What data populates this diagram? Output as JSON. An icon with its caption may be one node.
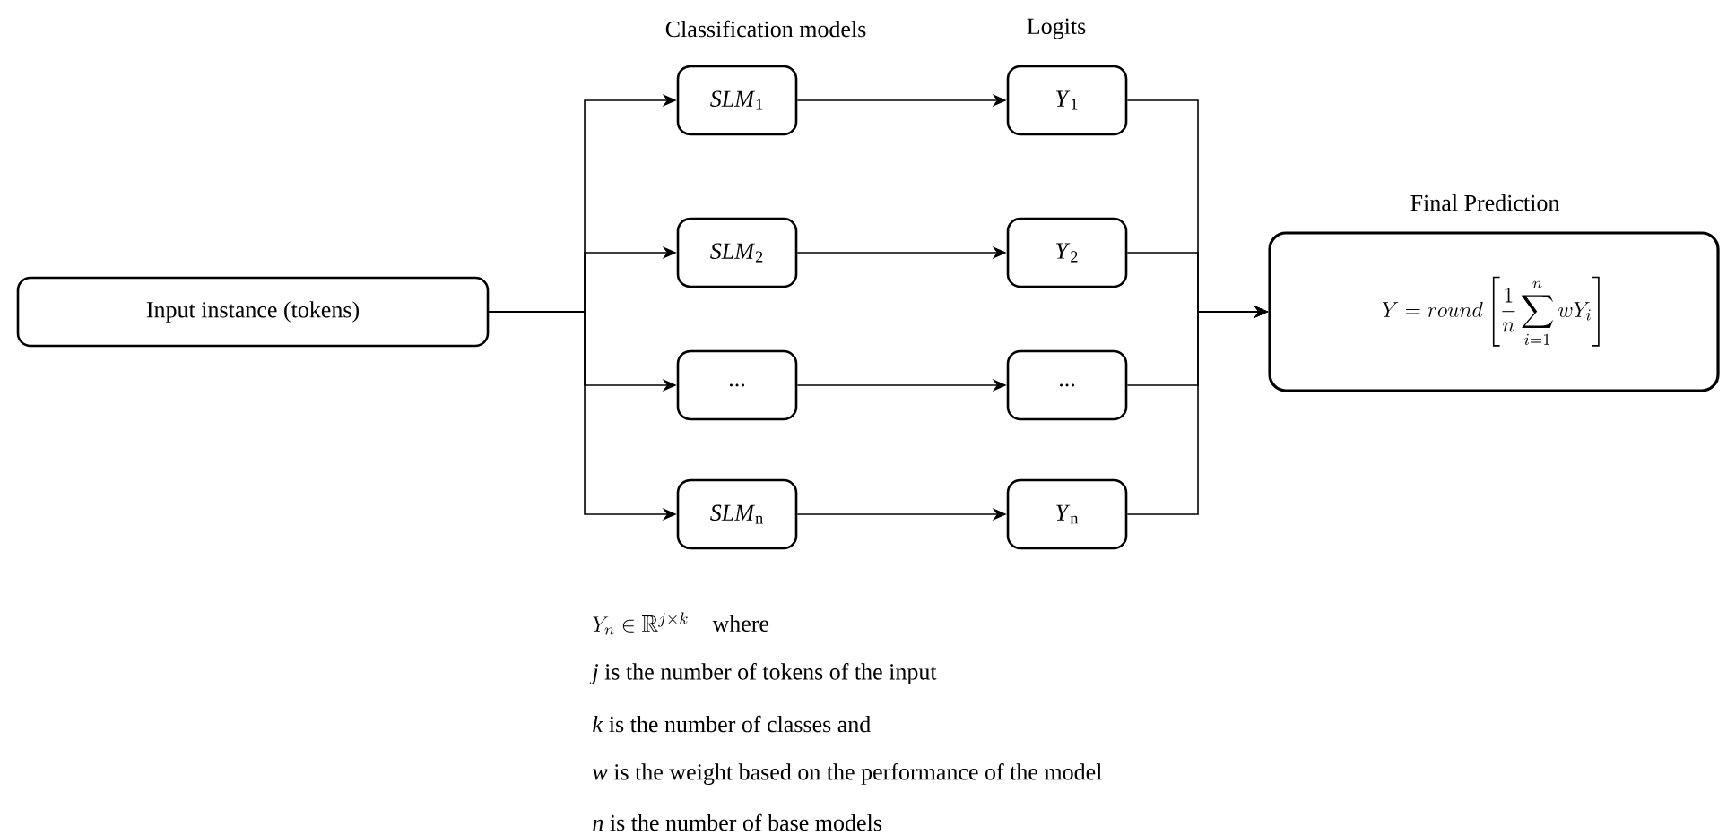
{
  "diagram": {
    "nodes": [
      {
        "text": [
          "Input instance (tokens)"
        ]
      },
      {
        "text": [
          "*SLM*$_{1}$"
        ]
      },
      {
        "text": [
          "*SLM*$_{2}$"
        ]
      },
      {
        "text": [
          "..."
        ]
      },
      {
        "text": [
          "*SLM*$_{n}$"
        ]
      },
      {
        "text": [
          "*Y*$_{1}$"
        ]
      },
      {
        "text": [
          "*Y*$_{2}$"
        ]
      },
      {
        "text": [
          "..."
        ]
      },
      {
        "text": [
          "*Y*$_{n}$"
        ]
      },
      {
        "text": [
          "Final Prediction",
          "Y = round\\left[\\frac{1}{n}\\sum_{i=1}^{n} wY_i\\right]"
        ]
      }
    ],
    "edges": [
      {
        "from": 0,
        "to": 1,
        "arrow": "to"
      },
      {
        "from": 0,
        "to": 2,
        "arrow": "to"
      },
      {
        "from": 0,
        "to": 3,
        "arrow": "to"
      },
      {
        "from": 0,
        "to": 4,
        "arrow": "to"
      },
      {
        "from": 1,
        "to": 5,
        "arrow": "to"
      },
      {
        "from": 2,
        "to": 6,
        "arrow": "to"
      },
      {
        "from": 3,
        "to": 7,
        "arrow": "to"
      },
      {
        "from": 4,
        "to": 8,
        "arrow": "to"
      },
      {
        "from": 5,
        "to": 9,
        "arrow": "to"
      },
      {
        "from": 6,
        "to": 9,
        "arrow": "to"
      },
      {
        "from": 7,
        "to": 9,
        "arrow": "to"
      },
      {
        "from": 8,
        "to": 9,
        "arrow": "to"
      }
    ],
    "labels": [
      "Classification models",
      "Logits",
      "Y_n \\in \\mathbb{R}^{j\\times k}\\quad \\text{where}",
      "*j* is the number of tokens of the input",
      "*k* is the number of classes and",
      "*w* is the weight based on the performance of the model",
      "*n* is the number of base models"
    ]
  }
}
